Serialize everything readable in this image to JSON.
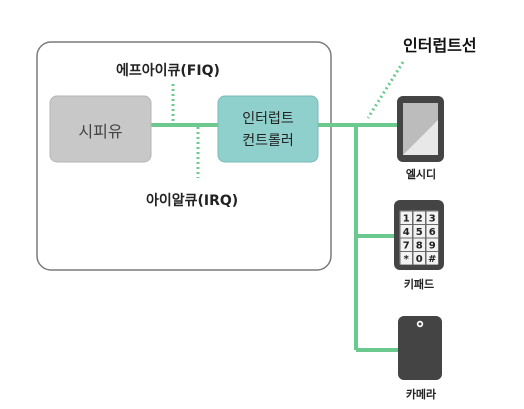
{
  "title": "인터럽트선",
  "signals": {
    "fiq": "에프아이큐(FIQ)",
    "irq": "아이알큐(IRQ)"
  },
  "blocks": {
    "cpu": "시피유",
    "controller_line1": "인터럽트",
    "controller_line2": "컨트롤러"
  },
  "devices": [
    {
      "id": "lcd",
      "label": "엘시디",
      "icon": "tablet-icon"
    },
    {
      "id": "keypad",
      "label": "키패드",
      "icon": "keypad-icon",
      "keys": [
        "1",
        "2",
        "3",
        "4",
        "5",
        "6",
        "7",
        "8",
        "9",
        "*",
        "0",
        "#"
      ]
    },
    {
      "id": "camera",
      "label": "카메라",
      "icon": "camera-icon"
    }
  ],
  "colors": {
    "line": "#6cc98e",
    "cpu_fill": "#c8c8c8",
    "controller_fill": "#8fcfcc",
    "outer_border": "#7a7a7a",
    "device_dark": "#444444"
  }
}
